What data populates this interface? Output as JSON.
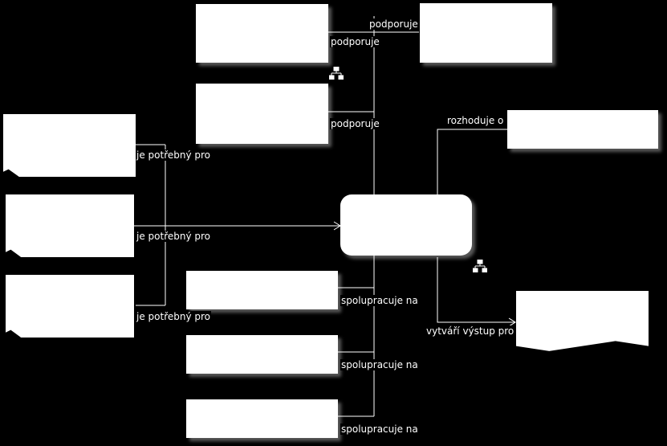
{
  "diagram": {
    "edge_labels": {
      "supports": "podporuje",
      "needed_for": "je potřebný pro",
      "collaborates_on": "spolupracuje na",
      "decides_about": "rozhoduje o",
      "creates_output_for": "vytváří výstup pro"
    },
    "colors": {
      "background": "#000000",
      "node_fill": "#ffffff",
      "line": "#ffffff",
      "text": "#ffffff"
    },
    "icons": {
      "hierarchy": "hierarchy-icon"
    }
  }
}
